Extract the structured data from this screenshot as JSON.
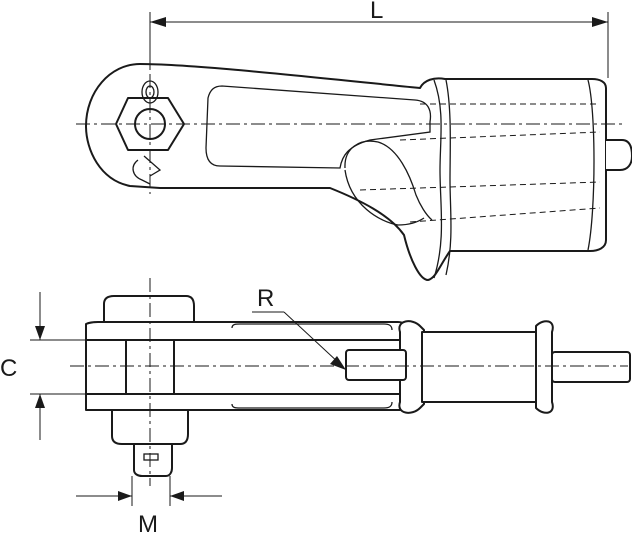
{
  "dimensions": {
    "length": "L",
    "opening": "C",
    "radius": "R",
    "bolt": "M"
  }
}
